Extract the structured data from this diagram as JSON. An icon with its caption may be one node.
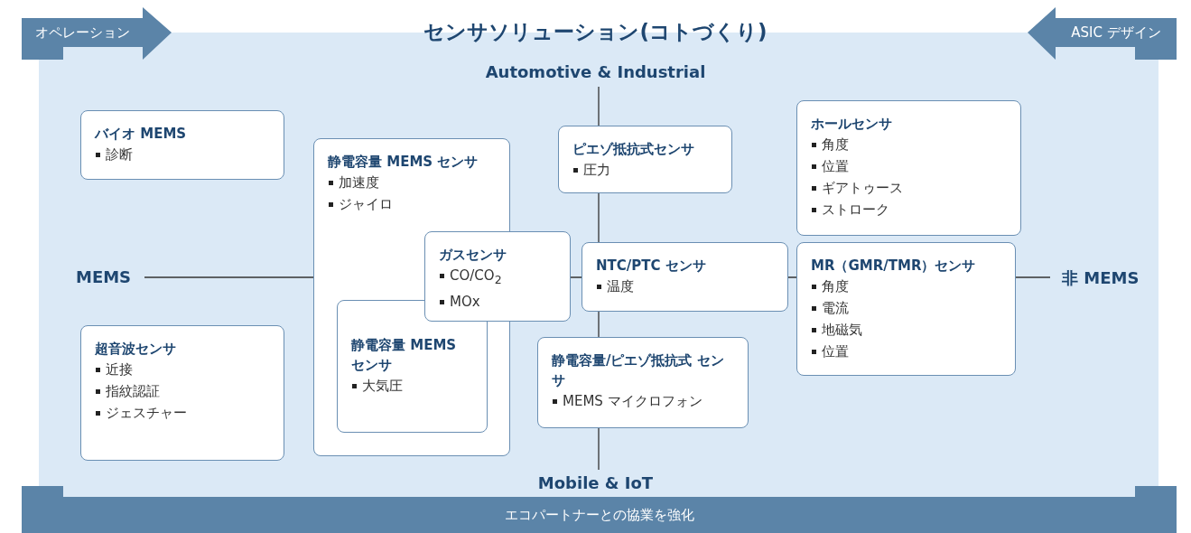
{
  "diagram": {
    "title": "センサソリューション(コトづくり)",
    "nodes": [
      {
        "text": [
          "オペレーション"
        ]
      },
      {
        "text": [
          "ASIC デザイン"
        ]
      },
      {
        "text": [
          "バイオ MEMS",
          "診断"
        ]
      },
      {
        "text": [
          "静電容量 MEMS センサ",
          "加速度",
          "ジャイロ"
        ]
      },
      {
        "text": [
          "静電容量 MEMS センサ",
          "大気圧"
        ],
        "in": 3
      },
      {
        "text": [
          "ガスセンサ",
          "CO/CO$_{2}$",
          "MOx"
        ]
      },
      {
        "text": [
          "ピエゾ抵抗式センサ",
          "圧力"
        ]
      },
      {
        "text": [
          "ホールセンサ",
          "角度",
          "位置",
          "ギアトゥース",
          "ストローク"
        ]
      },
      {
        "text": [
          "NTC/PTC センサ",
          "温度"
        ]
      },
      {
        "text": [
          "MR（GMR/TMR）センサ",
          "角度",
          "電流",
          "地磁気",
          "位置"
        ]
      },
      {
        "text": [
          "静電容量/ピエゾ抵抗式 センサ",
          "MEMS マイクロフォン"
        ]
      },
      {
        "text": [
          "超音波センサ",
          "近接",
          "指紋認証",
          "ジェスチャー"
        ]
      },
      {
        "text": [
          "エコパートナーとの協業を強化"
        ]
      }
    ],
    "edges": [],
    "labels": [
      "Automotive & Industrial",
      "MEMS",
      "非 MEMS",
      "Mobile & IoT"
    ]
  }
}
